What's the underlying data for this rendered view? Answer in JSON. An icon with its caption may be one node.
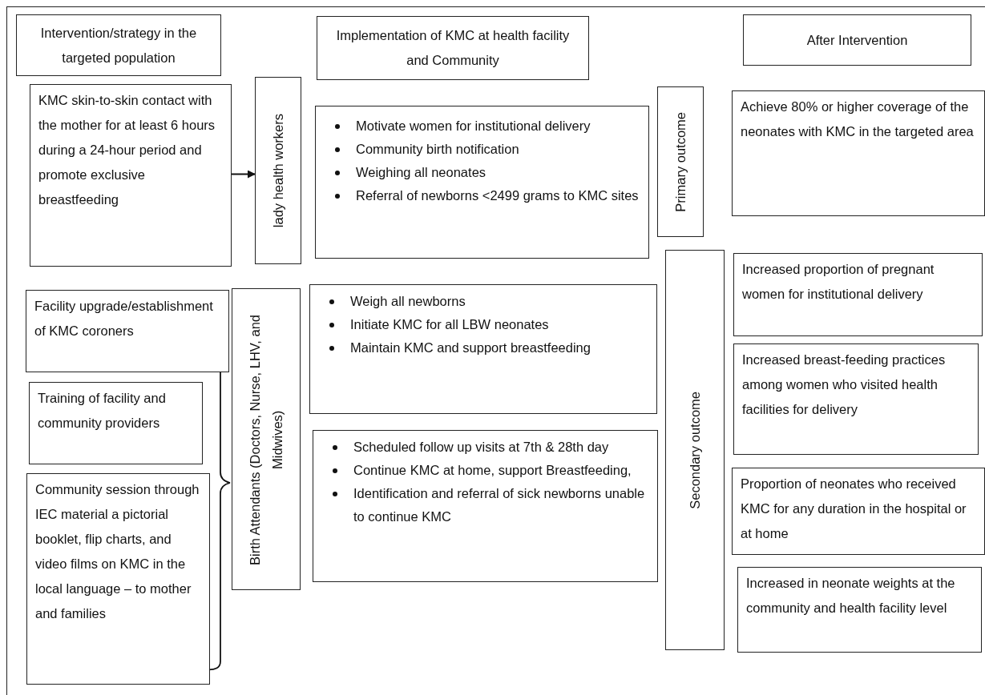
{
  "diagram": {
    "nodes": [
      {
        "text": [
          "Intervention/strategy in the targeted population"
        ]
      },
      {
        "text": [
          "Implementation of KMC at health facility and Community"
        ]
      },
      {
        "text": [
          "After Intervention"
        ]
      },
      {
        "text": [
          "KMC skin-to-skin contact with the mother for at least 6 hours during a 24-hour period and promote exclusive breastfeeding"
        ]
      },
      {
        "text": [
          "lady health workers"
        ]
      },
      {
        "text": [
          "Motivate women for institutional delivery",
          "Community birth notification",
          "Weighing all neonates",
          "Referral of newborns <2499 grams to KMC sites"
        ]
      },
      {
        "text": [
          "Primary outcome"
        ]
      },
      {
        "text": [
          "Achieve 80% or higher coverage of the neonates with KMC in the targeted area"
        ]
      },
      {
        "text": [
          "Facility upgrade/establishment of KMC coroners"
        ]
      },
      {
        "text": [
          "Birth Attendants (Doctors, Nurse, LHV, and Midwives)"
        ]
      },
      {
        "text": [
          "Weigh all newborns",
          "Initiate KMC for all LBW neonates",
          "Maintain KMC and support breastfeeding"
        ]
      },
      {
        "text": [
          "Training of facility and community providers"
        ]
      },
      {
        "text": [
          "Scheduled follow up visits at 7th & 28th day",
          "Continue KMC at home, support Breastfeeding,",
          "Identification and referral of sick newborns unable to continue KMC"
        ]
      },
      {
        "text": [
          "Community session through IEC material a pictorial booklet, flip charts, and video films on KMC in the local language – to mother and families"
        ]
      },
      {
        "text": [
          "Secondary outcome"
        ]
      },
      {
        "text": [
          "Increased proportion of pregnant women for institutional delivery"
        ]
      },
      {
        "text": [
          "Increased breast-feeding practices among women who visited health facilities for delivery"
        ]
      },
      {
        "text": [
          "Proportion of neonates who received KMC for any duration in the hospital or at home"
        ]
      },
      {
        "text": [
          "Increased in neonate weights at the community and health facility level"
        ]
      }
    ],
    "edges": [
      {
        "from": 3,
        "to": 4,
        "arrow": "to"
      }
    ]
  }
}
